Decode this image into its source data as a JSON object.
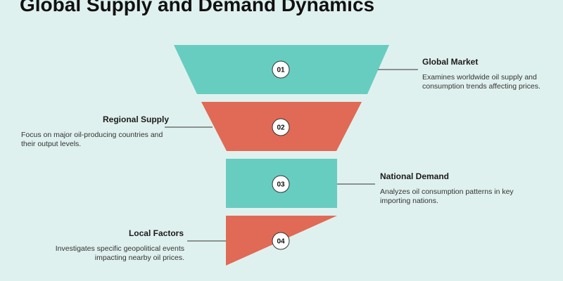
{
  "title": "Global Supply and Demand Dynamics",
  "colors": {
    "background": "#dff1ee",
    "teal": "#67cdc1",
    "coral": "#e06a55",
    "line": "#333333"
  },
  "stages": [
    {
      "number": "01",
      "label": "Global Market",
      "description": "Examines worldwide oil supply and consumption trends affecting prices."
    },
    {
      "number": "02",
      "label": "Regional Supply",
      "description": "Focus on major oil-producing countries and their output levels."
    },
    {
      "number": "03",
      "label": "National Demand",
      "description": "Analyzes oil consumption patterns in key importing nations."
    },
    {
      "number": "04",
      "label": "Local Factors",
      "description": "Investigates specific geopolitical events impacting nearby oil prices."
    }
  ]
}
